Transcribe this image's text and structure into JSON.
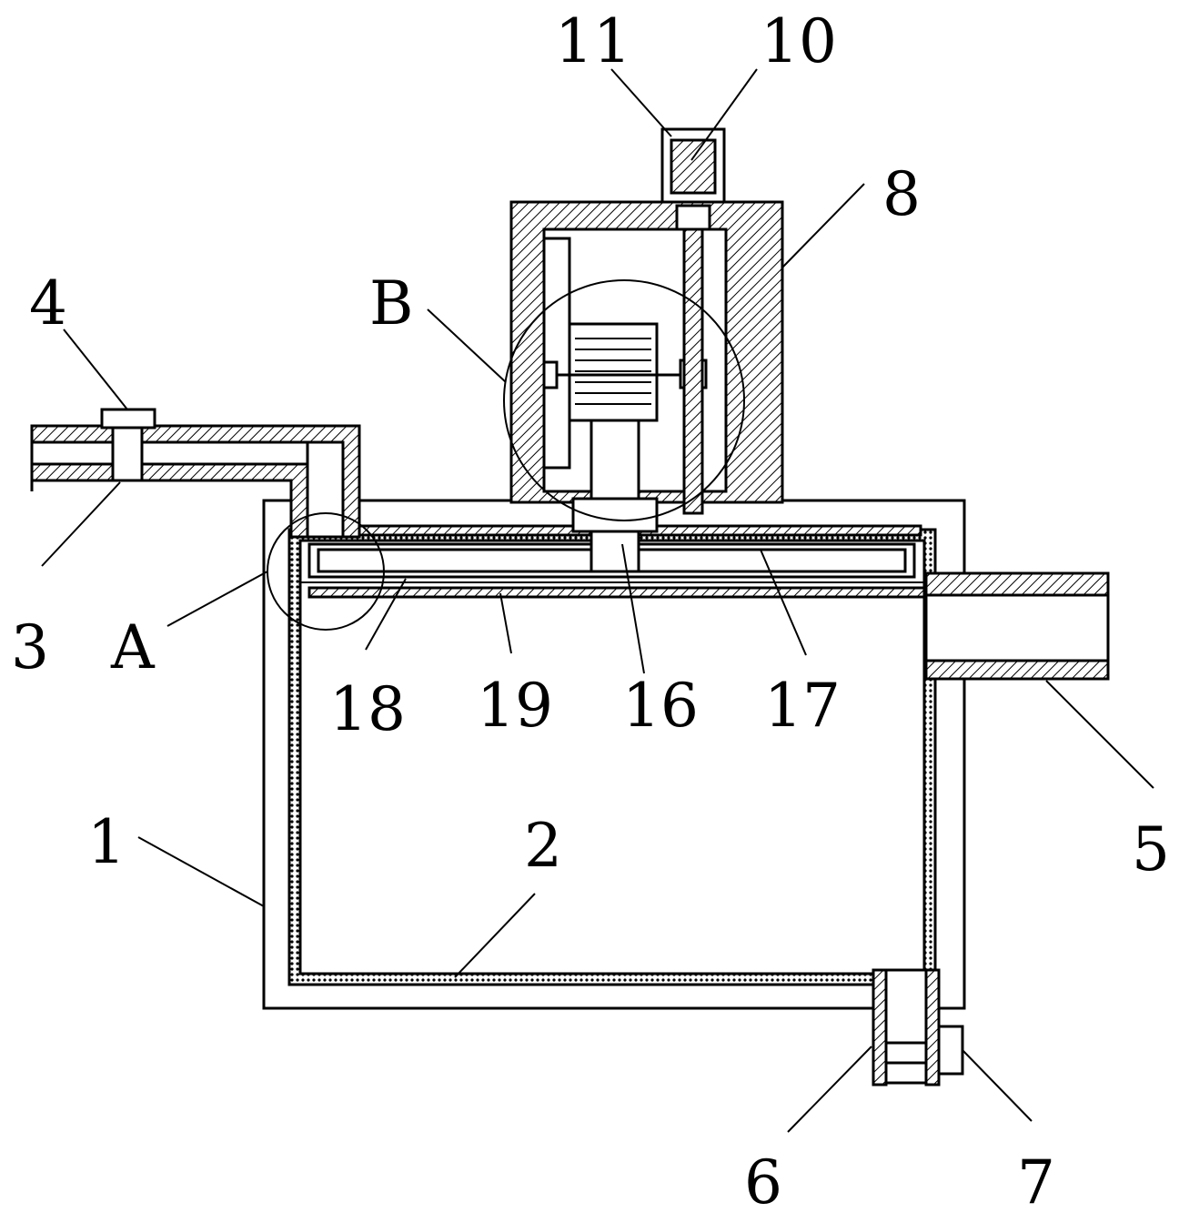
{
  "figure": {
    "colors": {
      "line": "#000000",
      "background": "#ffffff"
    },
    "callouts": [
      {
        "id": "label-1",
        "text": "1"
      },
      {
        "id": "label-2",
        "text": "2"
      },
      {
        "id": "label-3",
        "text": "3"
      },
      {
        "id": "label-4",
        "text": "4"
      },
      {
        "id": "label-5",
        "text": "5"
      },
      {
        "id": "label-6",
        "text": "6"
      },
      {
        "id": "label-7",
        "text": "7"
      },
      {
        "id": "label-8",
        "text": "8"
      },
      {
        "id": "label-10",
        "text": "10"
      },
      {
        "id": "label-11",
        "text": "11"
      },
      {
        "id": "label-16",
        "text": "16"
      },
      {
        "id": "label-17",
        "text": "17"
      },
      {
        "id": "label-18",
        "text": "18"
      },
      {
        "id": "label-19",
        "text": "19"
      },
      {
        "id": "label-A",
        "text": "A"
      },
      {
        "id": "label-B",
        "text": "B"
      }
    ]
  }
}
